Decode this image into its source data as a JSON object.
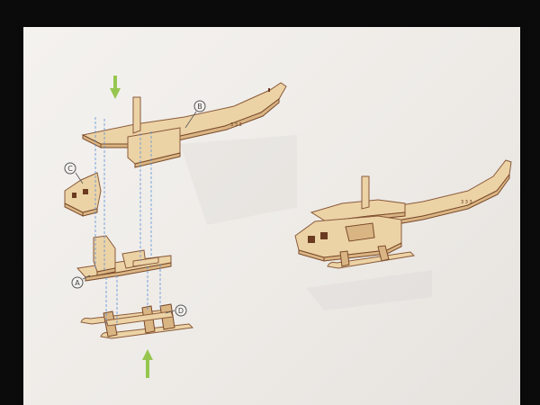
{
  "callouts": {
    "a": "A",
    "b": "B",
    "c": "C",
    "d": "D"
  },
  "colors": {
    "paper": "#f2f0ed",
    "wood": "#ecd3a6",
    "wood_edge": "#8a5a3a",
    "guide_lines": "#5b8fd6",
    "arrows": "#96c64f"
  }
}
